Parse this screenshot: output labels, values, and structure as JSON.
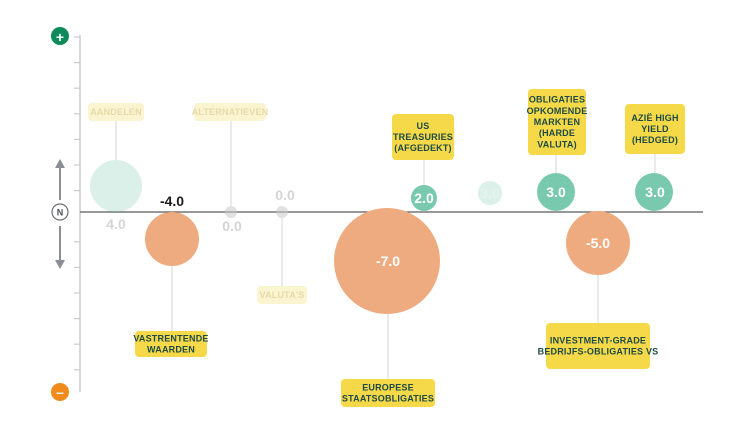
{
  "axis": {
    "top_symbol": "+",
    "mid_symbol": "N",
    "bottom_symbol": "–"
  },
  "colors": {
    "positive": "#79c9ae",
    "negative": "#efab80",
    "label_active": "#f5d948",
    "label_faded": "#faf4d1",
    "plus": "#0f8a5a",
    "minus": "#f08a1b",
    "text_dark": "#1d4a47",
    "text_faded": "#e7d9a8"
  },
  "chart_data": {
    "type": "bubble",
    "series": [
      {
        "label": "AANDELEN",
        "value": 4.0,
        "value_label": "4.0",
        "faded": true
      },
      {
        "label": "VASTRENTENDE WAARDEN",
        "value": -4.0,
        "value_label": "-4.0",
        "faded": false
      },
      {
        "label": "ALTERNATIEVEN",
        "value": 0.0,
        "value_label": "0.0",
        "faded": true
      },
      {
        "label": "VALUTA'S",
        "value": 0.0,
        "value_label": "0.0",
        "faded": true
      },
      {
        "label": "EUROPESE STAATSOBLIGATIES",
        "value": -7.0,
        "value_label": "-7.0",
        "faded": false
      },
      {
        "label": "US TREASURIES (AFGEDEKT)",
        "value": 2.0,
        "value_label": "2.0",
        "faded": false
      },
      {
        "label": "",
        "value": 3.0,
        "value_label": "3.0",
        "faded": true
      },
      {
        "label": "OBLIGATIES OPKOMENDE MARKTEN (HARDE VALUTA)",
        "value": 3.0,
        "value_label": "3.0",
        "faded": false
      },
      {
        "label": "INVESTMENT-GRADE BEDRIJFS-OBLIGATIES VS",
        "value": -5.0,
        "value_label": "-5.0",
        "faded": false
      },
      {
        "label": "AZIË HIGH YIELD (HEDGED)",
        "value": 3.0,
        "value_label": "3.0",
        "faded": false
      }
    ]
  }
}
